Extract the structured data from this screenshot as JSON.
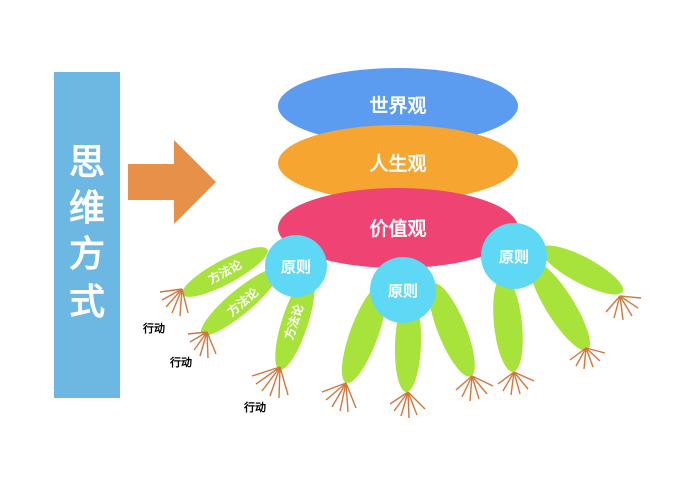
{
  "side_label": "思维方式",
  "ellipses": {
    "worldview": {
      "label": "世界观",
      "color": "#5b9cf0"
    },
    "lifeview": {
      "label": "人生观",
      "color": "#f7a531"
    },
    "valueview": {
      "label": "价值观",
      "color": "#ef4374"
    }
  },
  "principles": {
    "left": "原则",
    "center": "原则",
    "right": "原则",
    "color": "#5ed8f5"
  },
  "methodology": {
    "a": "方法论",
    "b": "方法论",
    "c": "方法论",
    "color": "#a7e33b"
  },
  "actions": {
    "a": "行动",
    "b": "行动",
    "c": "行动"
  },
  "colors": {
    "side_bar": "#6cb8e2",
    "arrow": "#e6904a",
    "root": "#d2763e"
  }
}
